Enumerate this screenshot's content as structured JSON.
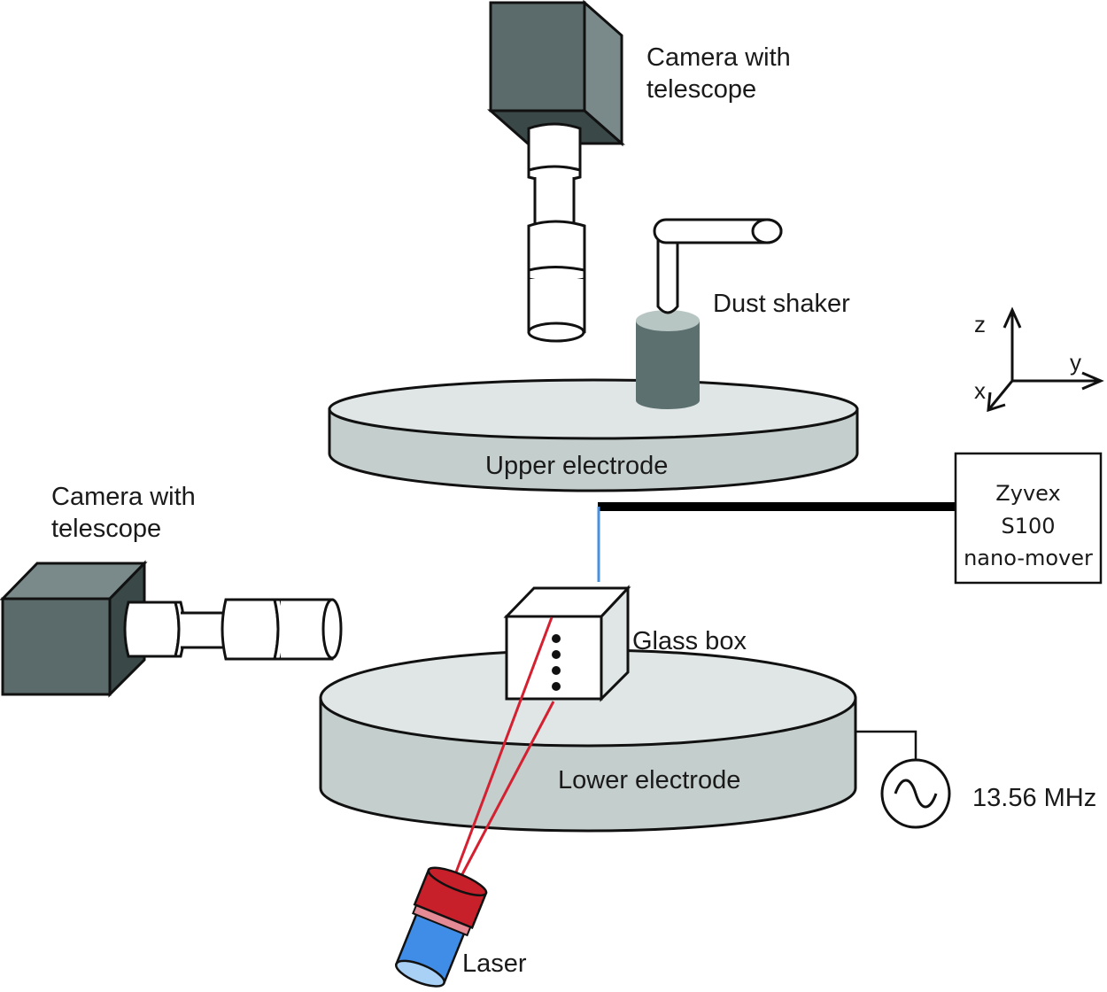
{
  "diagram": {
    "labels": {
      "top_camera": [
        "Camera with",
        "telescope"
      ],
      "side_camera": [
        "Camera with",
        "telescope"
      ],
      "dust_shaker": "Dust shaker",
      "upper_electrode": "Upper electrode",
      "lower_electrode": "Lower electrode",
      "glass_box": "Glass box",
      "nano_mover": [
        "Zyvex",
        "S100",
        "nano-mover"
      ],
      "rf_source": "13.56 MHz",
      "laser": "Laser",
      "axis_z": "z",
      "axis_y": "y",
      "axis_x": "x"
    },
    "colors": {
      "camera_front": "#5b6b6b",
      "camera_side": "#7a8a8a",
      "camera_dark": "#3a4848",
      "electrode_top": "#dfe6e5",
      "electrode_side": "#c4cecc",
      "shaker_body": "#5d7070",
      "shaker_top": "#b8c6c3",
      "laser_red": "#c8202a",
      "laser_pink": "#e38a94",
      "laser_blue": "#3f8de6",
      "laser_lens": "#a9d1f5",
      "beam_red": "#d42030",
      "probe_blue": "#4a90e2"
    },
    "particle_count": 4
  }
}
